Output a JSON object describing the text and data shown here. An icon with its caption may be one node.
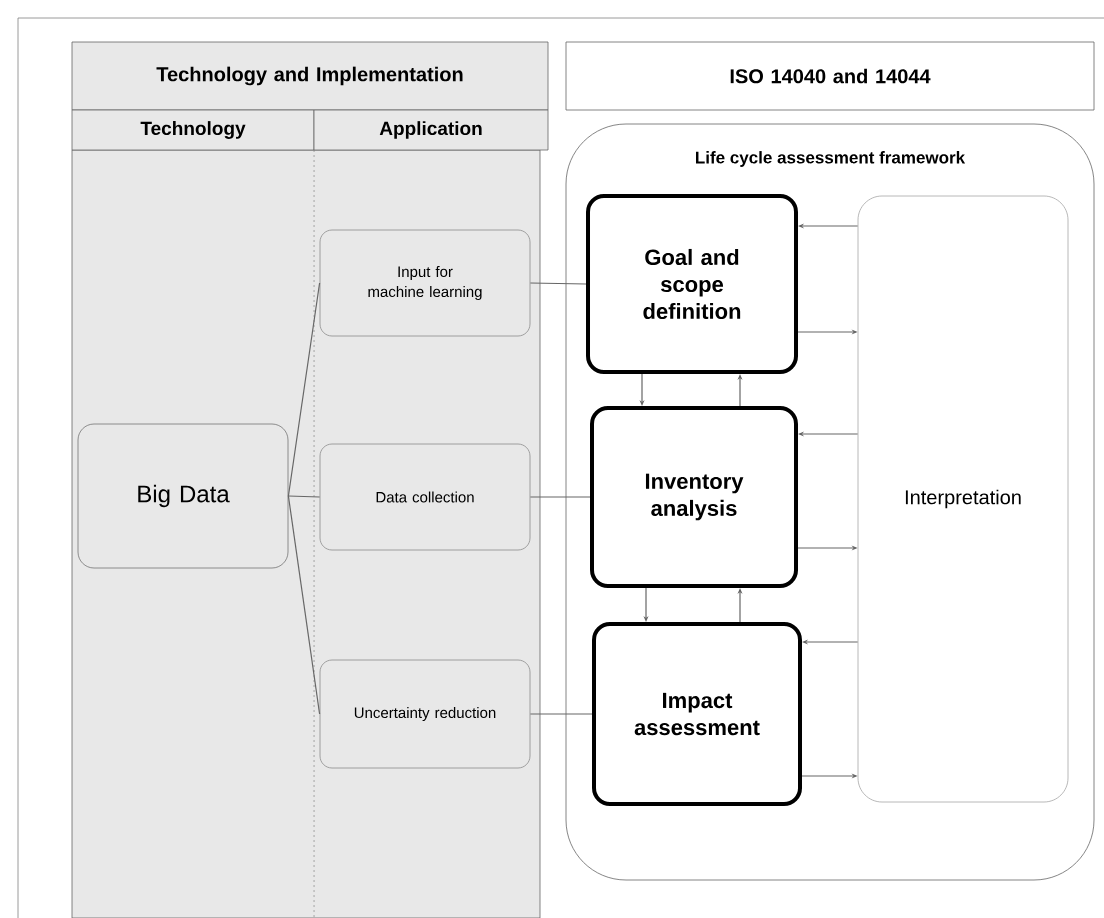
{
  "diagram": {
    "nodes": [
      {
        "text": [
          "Technology and Implementation"
        ]
      },
      {
        "text": [
          "ISO 14040 and 14044"
        ]
      },
      {
        "text": [
          "Technology"
        ]
      },
      {
        "text": [
          "Application"
        ]
      },
      {
        "text": [
          "Life cycle assessment framework"
        ]
      },
      {
        "text": [
          "Big Data"
        ]
      },
      {
        "text": [
          "Input for machine learning"
        ]
      },
      {
        "text": [
          "Data collection"
        ]
      },
      {
        "text": [
          "Uncertainty reduction"
        ]
      },
      {
        "text": [
          "Goal and scope definition"
        ],
        "in": 4
      },
      {
        "text": [
          "Inventory analysis"
        ],
        "in": 4
      },
      {
        "text": [
          "Impact assessment"
        ],
        "in": 4
      },
      {
        "text": [
          "Interpretation"
        ],
        "in": 4
      }
    ],
    "edges": [
      {
        "from": 5,
        "to": 6,
        "arrow": "none"
      },
      {
        "from": 5,
        "to": 7,
        "arrow": "none"
      },
      {
        "from": 5,
        "to": 8,
        "arrow": "none"
      },
      {
        "from": 6,
        "to": 9,
        "arrow": "none"
      },
      {
        "from": 7,
        "to": 10,
        "arrow": "none"
      },
      {
        "from": 8,
        "to": 11,
        "arrow": "none"
      },
      {
        "from": 9,
        "to": 10,
        "arrow": "to"
      },
      {
        "from": 10,
        "to": 9,
        "arrow": "to"
      },
      {
        "from": 10,
        "to": 11,
        "arrow": "to"
      },
      {
        "from": 11,
        "to": 10,
        "arrow": "to"
      },
      {
        "from": 12,
        "to": 9,
        "arrow": "to"
      },
      {
        "from": 9,
        "to": 12,
        "arrow": "to"
      },
      {
        "from": 12,
        "to": 10,
        "arrow": "to"
      },
      {
        "from": 10,
        "to": 12,
        "arrow": "to"
      },
      {
        "from": 12,
        "to": 11,
        "arrow": "to"
      },
      {
        "from": 11,
        "to": 12,
        "arrow": "to"
      }
    ]
  }
}
